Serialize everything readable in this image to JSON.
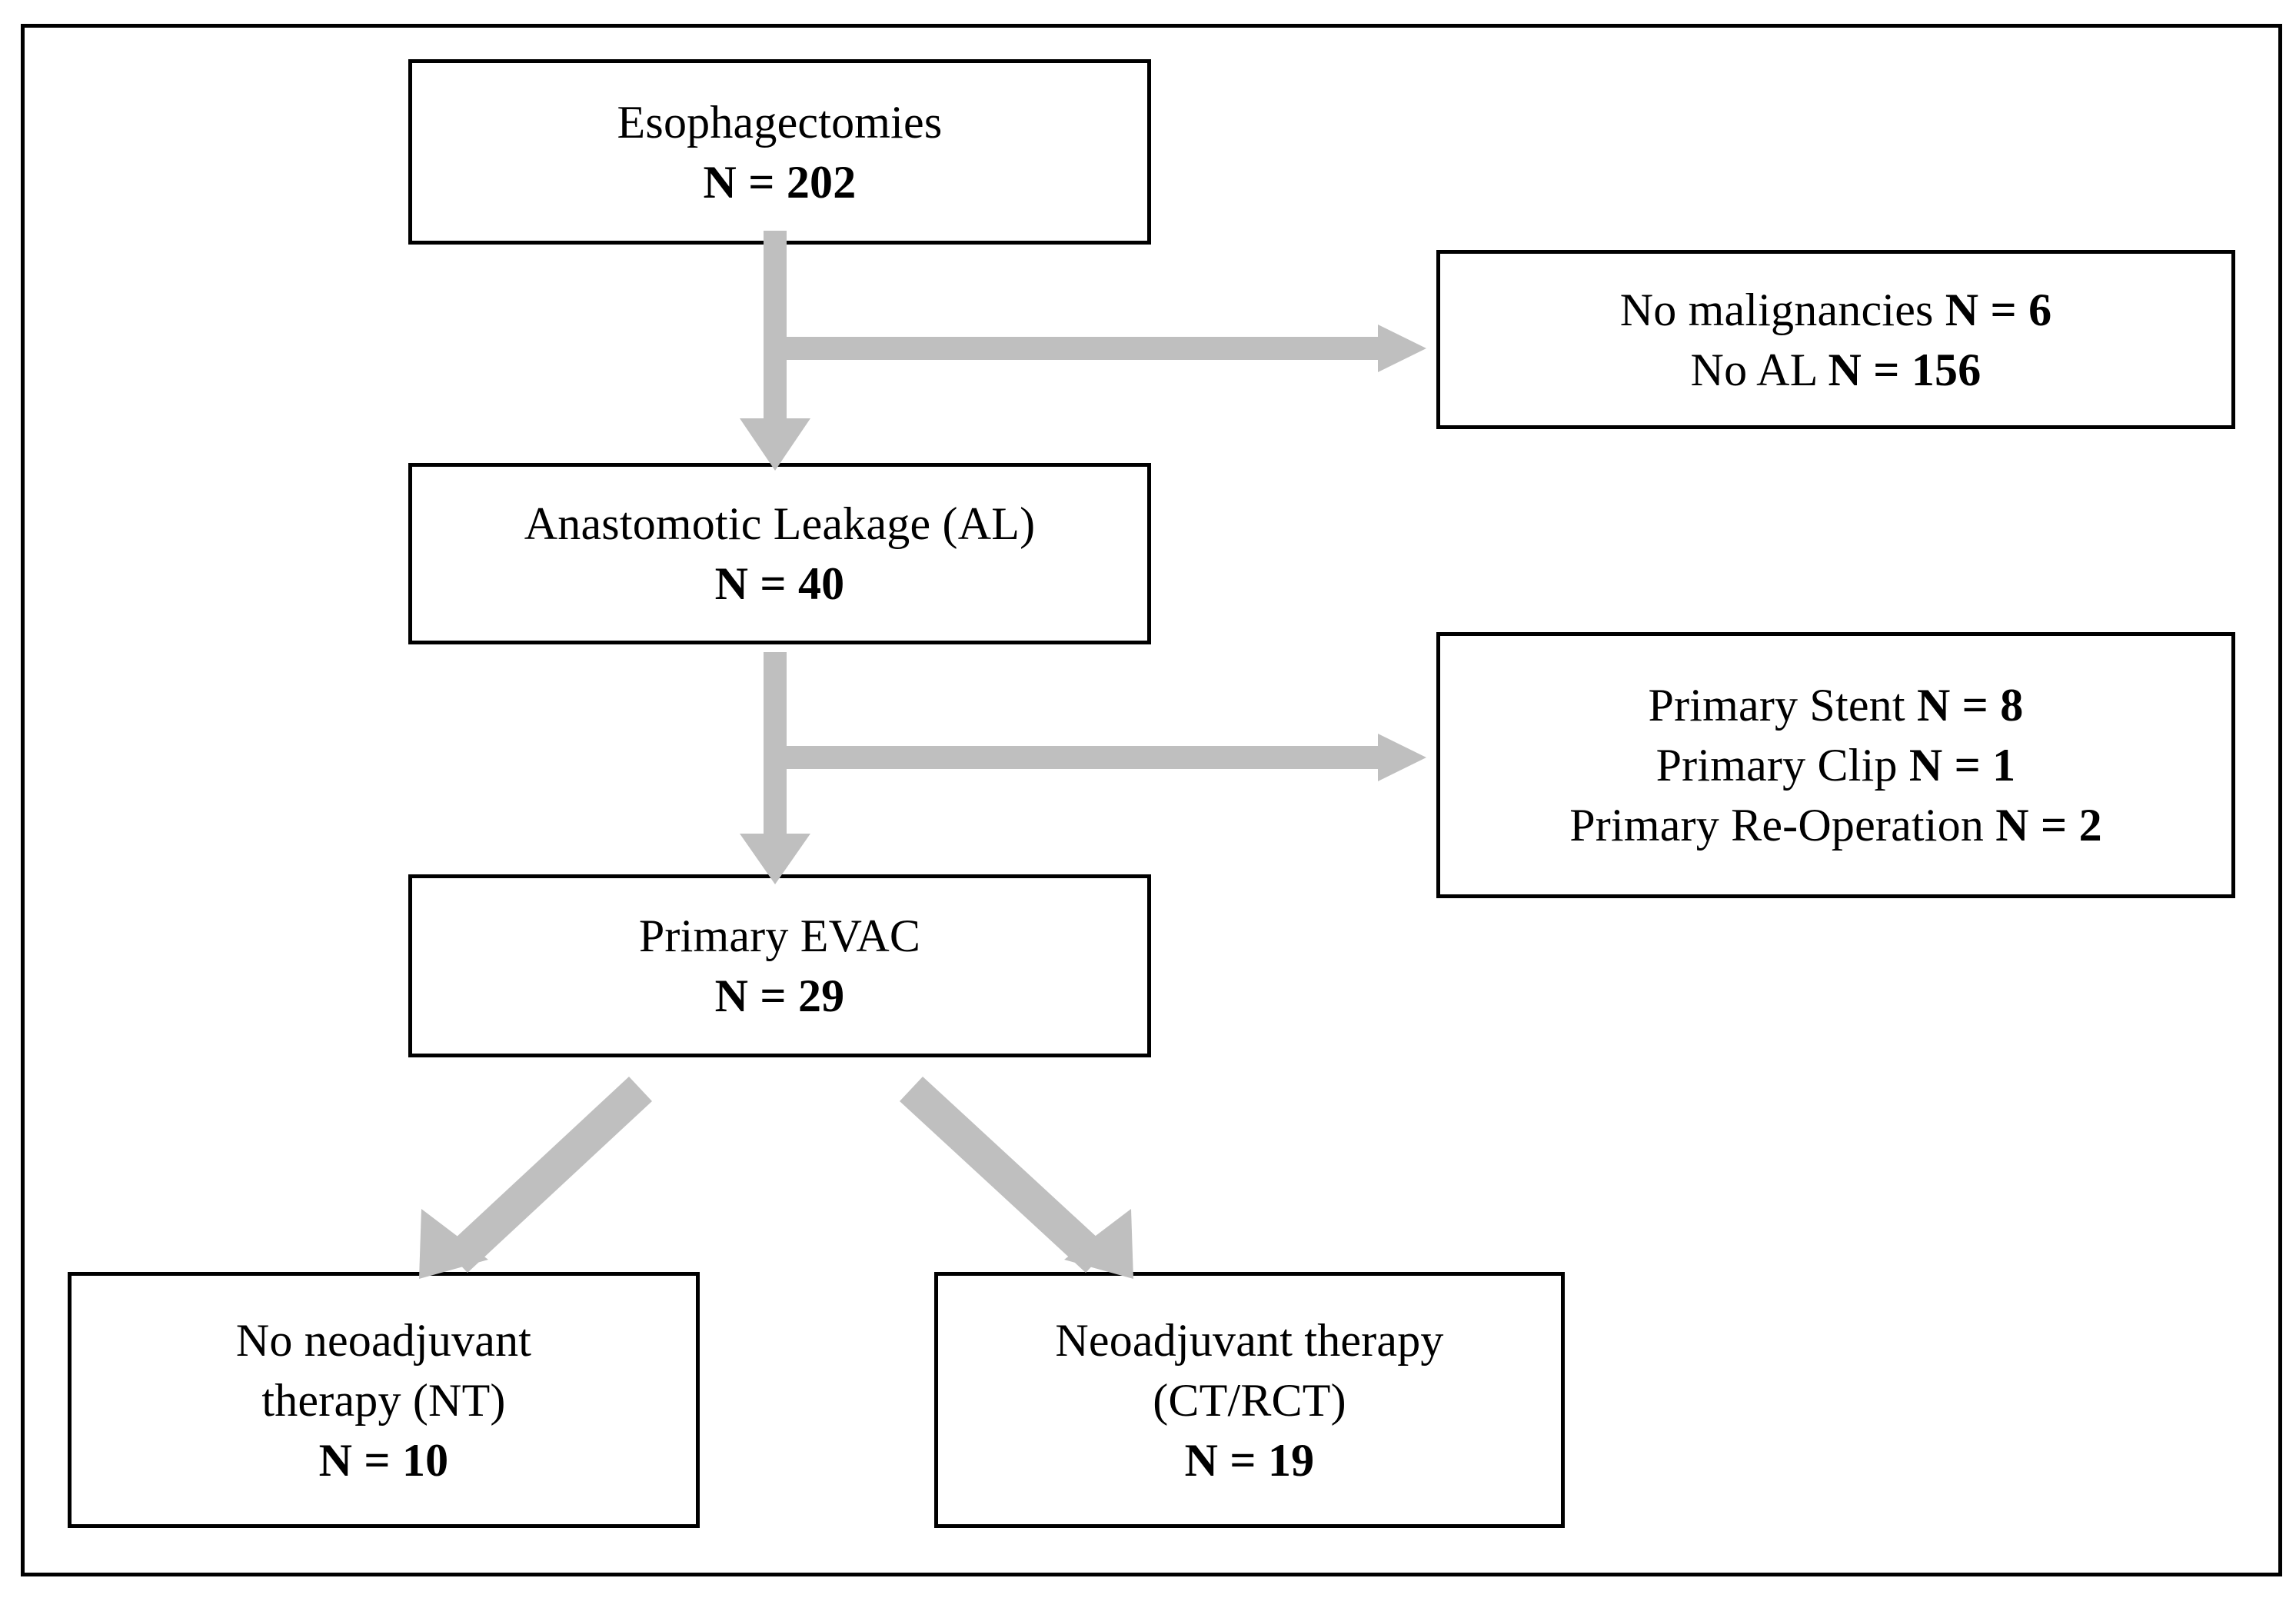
{
  "figure": {
    "type": "flowchart",
    "arrow_color": "#bfbfbf",
    "border_color": "#000000",
    "background": "#ffffff"
  },
  "nodes": {
    "esophagectomies": {
      "label": "Esophagectomies",
      "count_label": "N = 202",
      "n": 202
    },
    "excluded_1": {
      "line1_text": "No malignancies ",
      "line1_count": "N = 6",
      "line2_text": "No AL ",
      "line2_count": "N = 156",
      "n_no_malignancies": 6,
      "n_no_al": 156
    },
    "anastomotic_leakage": {
      "label": "Anastomotic Leakage (AL)",
      "count_label": "N = 40",
      "n": 40
    },
    "excluded_2": {
      "line1_text": "Primary Stent ",
      "line1_count": "N = 8",
      "line2_text": "Primary Clip ",
      "line2_count": "N = 1",
      "line3_text": "Primary Re-Operation ",
      "line3_count": "N = 2",
      "n_primary_stent": 8,
      "n_primary_clip": 1,
      "n_primary_reoperation": 2
    },
    "primary_evac": {
      "label": "Primary EVAC",
      "count_label": "N = 29",
      "n": 29
    },
    "no_neoadjuvant": {
      "line1": "No neoadjuvant",
      "line2": "therapy (NT)",
      "count_label": "N = 10",
      "n": 10
    },
    "neoadjuvant": {
      "line1": "Neoadjuvant therapy",
      "line2": "(CT/RCT)",
      "count_label": "N = 19",
      "n": 19
    }
  },
  "edges": [
    {
      "name": "esophagectomies-to-anastomotic",
      "from": "esophagectomies",
      "to": "anastomotic_leakage",
      "direction": "down"
    },
    {
      "name": "esophagectomies-to-excluded-1",
      "from": "esophagectomies",
      "to": "excluded_1",
      "direction": "right"
    },
    {
      "name": "anastomotic-to-primary-evac",
      "from": "anastomotic_leakage",
      "to": "primary_evac",
      "direction": "down"
    },
    {
      "name": "anastomotic-to-excluded-2",
      "from": "anastomotic_leakage",
      "to": "excluded_2",
      "direction": "right"
    },
    {
      "name": "primary-evac-to-no-neoadjuvant",
      "from": "primary_evac",
      "to": "no_neoadjuvant",
      "direction": "down-left"
    },
    {
      "name": "primary-evac-to-neoadjuvant",
      "from": "primary_evac",
      "to": "neoadjuvant",
      "direction": "down-right"
    }
  ]
}
